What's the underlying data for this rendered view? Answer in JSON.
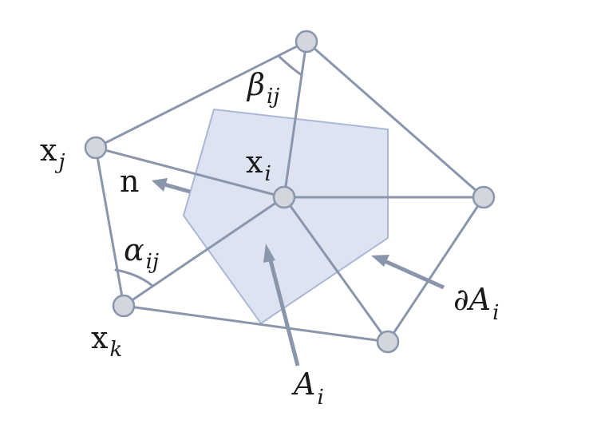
{
  "colors": {
    "edge": "#8a96ab",
    "vertex_fill": "#d3d6dc",
    "region_fill": "#d9e0f0",
    "region_stroke": "#a9b8d6",
    "arrow": "#8a96ab",
    "text": "#1a1a1a"
  },
  "labels": {
    "x_j": {
      "base": "x",
      "sub": "j"
    },
    "x_i": {
      "base": "x",
      "sub": "i"
    },
    "x_k": {
      "base": "x",
      "sub": "k"
    },
    "n": "n",
    "beta_ij": {
      "base": "β",
      "sub": "ij"
    },
    "alpha_ij": {
      "base": "α",
      "sub": "ij"
    },
    "A_i": {
      "base": "A",
      "sub": "i"
    },
    "dA_i": {
      "base": "∂A",
      "sub": "i"
    }
  }
}
